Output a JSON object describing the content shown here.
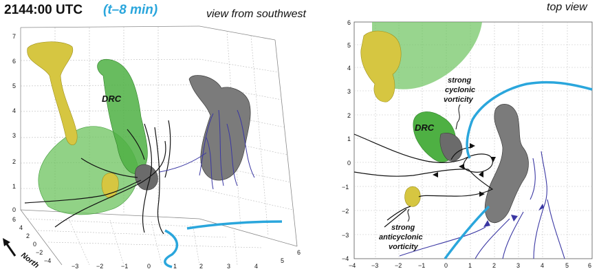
{
  "header": {
    "time_label": "2144:00 UTC",
    "offset_label": "(t–8 min)",
    "left_view_label": "view from southwest",
    "right_view_label": "top view"
  },
  "left_panel": {
    "feature_label": "DRC",
    "z_ticks": [
      "0",
      "1",
      "2",
      "3",
      "4",
      "5",
      "6",
      "7"
    ],
    "y_ticks": [
      "6",
      "4",
      "2",
      "0",
      "−2",
      "−4"
    ],
    "x_ticks": [
      "−3",
      "−2",
      "−1",
      "0",
      "1",
      "2",
      "3",
      "4",
      "5",
      "6"
    ],
    "north_label": "North"
  },
  "right_panel": {
    "feature_label": "DRC",
    "y_ticks": [
      "6",
      "5",
      "4",
      "3",
      "2",
      "1",
      "0",
      "−1",
      "−2",
      "−3",
      "−4"
    ],
    "x_ticks": [
      "−4",
      "−3",
      "−2",
      "−1",
      "0",
      "1",
      "2",
      "3",
      "4",
      "5",
      "6"
    ],
    "cyclonic_annotation": [
      "strong",
      "cyclonic",
      "vorticity"
    ],
    "anticyclonic_annotation": [
      "strong",
      "anticyclonic",
      "vorticity"
    ]
  },
  "colors": {
    "accent_blue": "#2aa6dc",
    "yellow_surface": "#d6c641",
    "green_surface": "#58b84f",
    "gray_surface": "#7b7b7b",
    "trajectory_purple": "#3a37a3"
  }
}
